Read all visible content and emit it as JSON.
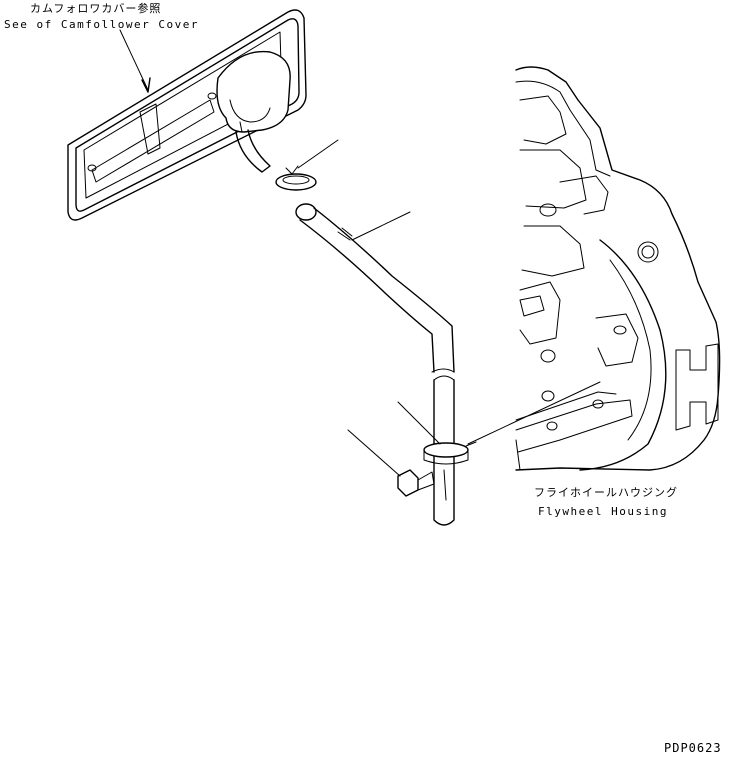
{
  "labels": {
    "camfollower_jp": "カムフォロワカバー参照",
    "camfollower_en": "See of Camfollower Cover",
    "flywheel_jp": "フライホイールハウジング",
    "flywheel_en": "Flywheel Housing",
    "drawing_code": "PDP0623"
  }
}
